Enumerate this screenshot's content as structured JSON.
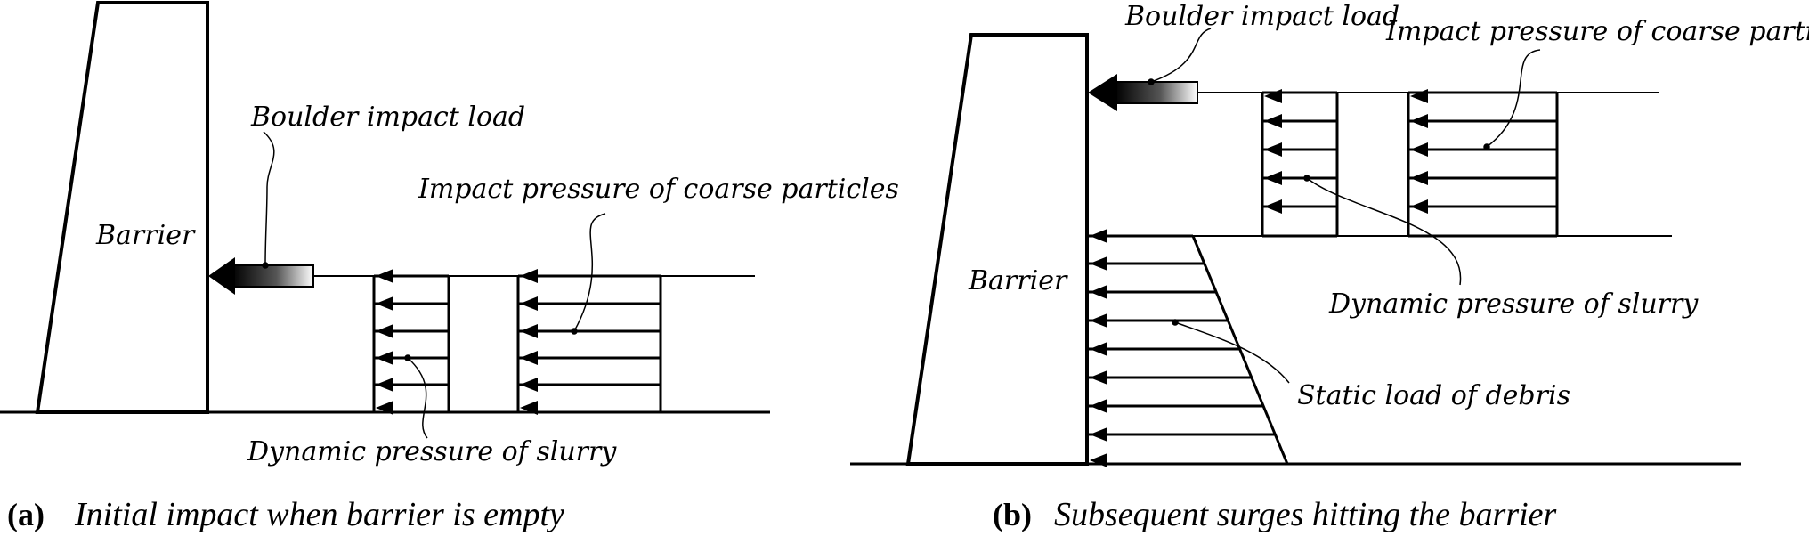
{
  "panels": {
    "a": {
      "barrier_label": "Barrier",
      "boulder_label": "Boulder impact load",
      "coarse_label": "Impact pressure of coarse particles",
      "slurry_label": "Dynamic pressure of slurry",
      "caption_tag": "(a)",
      "caption_text": "Initial impact when barrier is empty"
    },
    "b": {
      "barrier_label": "Barrier",
      "boulder_label": "Boulder impact load",
      "coarse_label": "Impact pressure of coarse particles",
      "slurry_label": "Dynamic pressure of slurry",
      "static_label": "Static load of debris",
      "caption_tag": "(b)",
      "caption_text": "Subsequent surges hitting the barrier"
    }
  }
}
